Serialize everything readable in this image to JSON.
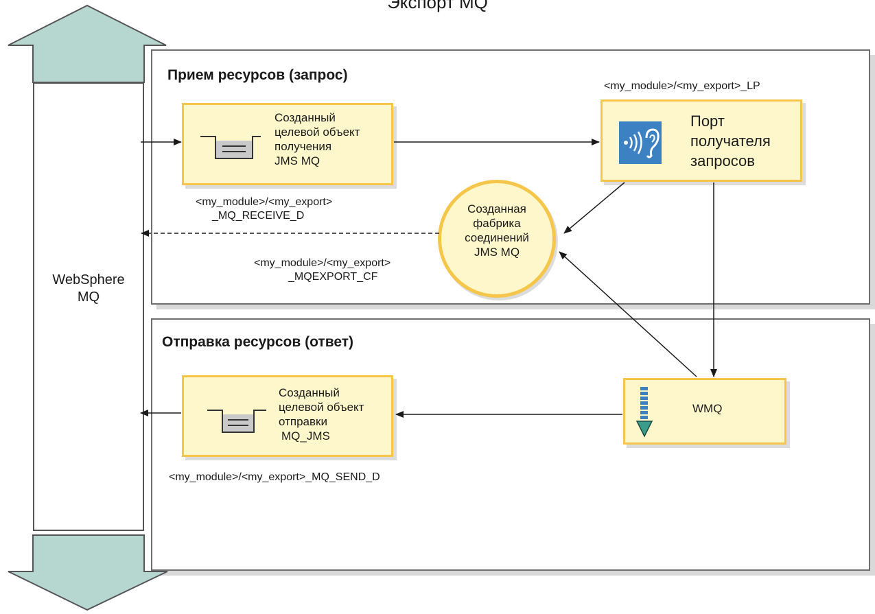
{
  "title": "Экспорт MQ",
  "websphere": {
    "label_line1": "WebSphere",
    "label_line2": "MQ"
  },
  "request_section": {
    "title": "Прием ресурсов (запрос)",
    "receive_node": {
      "lines": [
        "Созданный",
        "целевой объект",
        "получения",
        "JMS MQ"
      ],
      "jndi_line1": "<my_module>/<my_export>",
      "jndi_line2": "_MQ_RECEIVE_D",
      "icon": "queue-icon"
    },
    "listener_node": {
      "lines": [
        "Порт",
        "получателя",
        "запросов"
      ],
      "jndi": "<my_module>/<my_export>_LP",
      "icon": "listener-ear-icon"
    },
    "connection_factory": {
      "lines": [
        "Созданная",
        "фабрика",
        "соединений",
        "JMS MQ"
      ],
      "jndi_line1": "<my_module>/<my_export>",
      "jndi_line2": "_MQEXPORT_CF"
    }
  },
  "response_section": {
    "title": "Отправка ресурсов (ответ)",
    "send_node": {
      "lines": [
        "Созданный",
        "целевой объект",
        "отправки",
        "MQ_JMS"
      ],
      "jndi": "<my_module>/<my_export>_MQ_SEND_D",
      "icon": "queue-icon"
    },
    "wmq_node": {
      "label": "WMQ",
      "icon": "wmq-download-icon"
    }
  },
  "colors": {
    "arrow_fill": "#b6d7d0",
    "node_fill": "#fff7cc",
    "node_border": "#f5c64a",
    "icon_blue": "#3c82c3",
    "wmq_arrow": "#3a9c8a"
  }
}
